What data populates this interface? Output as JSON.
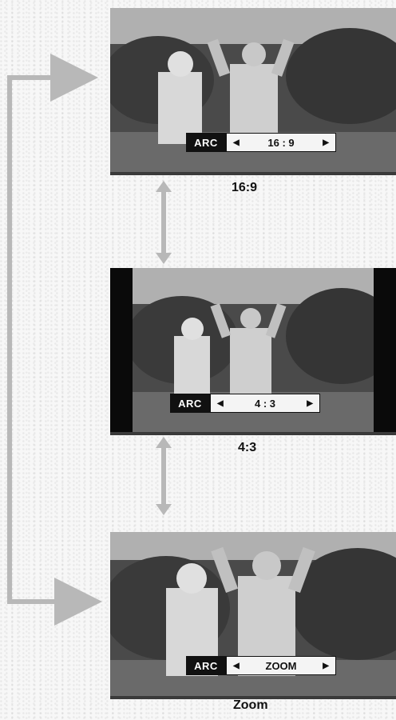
{
  "modes": [
    {
      "osd_label": "ARC",
      "osd_value": "16 : 9",
      "caption": "16:9"
    },
    {
      "osd_label": "ARC",
      "osd_value": "4 : 3",
      "caption": "4:3"
    },
    {
      "osd_label": "ARC",
      "osd_value": "ZOOM",
      "caption": "Zoom"
    }
  ],
  "icons": {
    "osd_left": "◀",
    "osd_right": "▶"
  },
  "colors": {
    "connector": "#b8b8b8",
    "osd_label_bg": "#111111",
    "osd_value_bg": "#f4f4f4",
    "side_bars": "#0a0a0a"
  }
}
